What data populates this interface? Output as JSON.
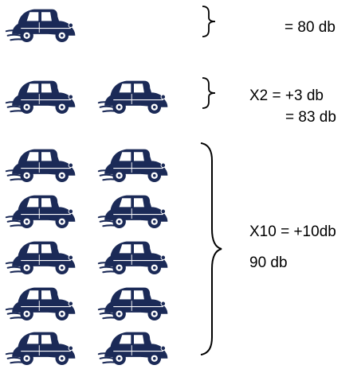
{
  "icon": "vintage-car-icon",
  "car_color": "#1b2a57",
  "groups": [
    {
      "name": "one-car",
      "count": 1,
      "lines": [
        "= 80 db"
      ]
    },
    {
      "name": "two-cars",
      "count": 2,
      "lines": [
        "X2  = +3 db",
        "= 83 db"
      ]
    },
    {
      "name": "ten-cars",
      "count": 10,
      "lines": [
        "X10 = +10db",
        "90 db"
      ]
    }
  ]
}
